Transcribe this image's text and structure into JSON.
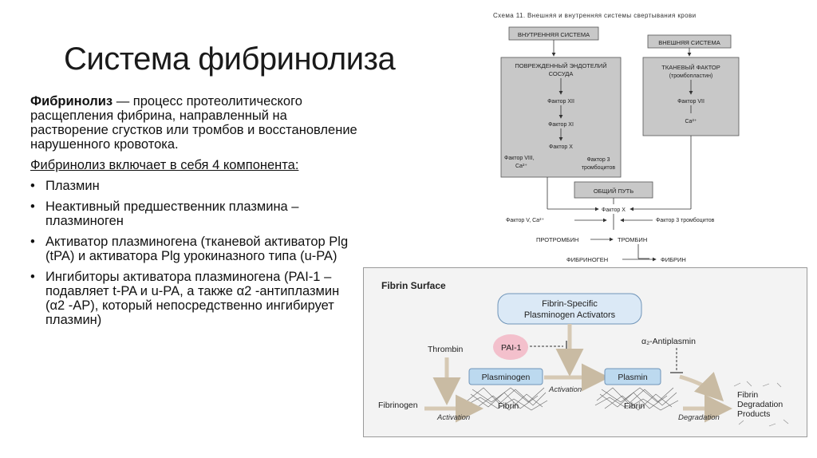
{
  "slide": {
    "title": "Система фибринолиза"
  },
  "body": {
    "definition_term": "Фибринолиз",
    "definition_text": " — процесс протеолитического расщепления фибрина, направленный на растворение сгустков или тромбов и восстановление нарушенного кровотока.",
    "components_heading": "Фибринолиз включает в себя 4 компонента:",
    "bullets": [
      "Плазмин",
      "Неактивный предшественник плазмина – плазминоген",
      "Активатор плазминогена  (тканевой активатор Plg (tPA) и активатора Plg урокиназного типа (u-PA)",
      "Ингибиторы активатора плазминогена (PAI-1 –подавляет t-PA и u-PA, а также α2 -антиплазмин (α2 -AP), который непосредственно ингибирует плазмин)"
    ]
  },
  "scheme": {
    "caption": "Схема 11. Внешняя и внутренняя системы свертывания крови",
    "intrinsic_label": "ВНУТРЕННЯЯ СИСТЕМА",
    "extrinsic_label": "ВНЕШНЯЯ СИСТЕМА",
    "endothelium_line1": "ПОВРЕЖДЕННЫЙ ЭНДОТЕЛИЙ",
    "endothelium_line2": "СОСУДА",
    "factor_xii": "Фактор XII",
    "factor_xi": "Фактор XI",
    "factor_x_left": "Фактор X",
    "factor_viii": "Фактор VIII,",
    "ca_left": "Ca²⁺",
    "factor3_line1": "Фактор 3",
    "factor3_line2": "тромбоцитов",
    "tissue_factor": "ТКАНЕВЫЙ ФАКТОР",
    "thromboplastin": "(тромбопластин)",
    "factor_vii": "Фактор VII",
    "ca_right": "Ca²⁺",
    "common_path": "ОБЩИЙ ПУТЬ",
    "factor_x": "Фактор X",
    "factor_v": "Фактор V, Ca²⁺",
    "factor3_platelets": "Фактор 3 тромбоцитов",
    "prothrombin": "ПРОТРОМБИН",
    "thrombin": "ТРОМБИН",
    "fibrinogen": "ФИБРИНОГЕН",
    "fibrin": "ФИБРИН"
  },
  "fibrin_figure": {
    "title": "Fibrin Surface",
    "activators_line1": "Fibrin-Specific",
    "activators_line2": "Plasminogen Activators",
    "pai1": "PAI-1",
    "antiplasmin": "α₂-Antiplasmin",
    "thrombin": "Thrombin",
    "plasminogen": "Plasminogen",
    "plasmin": "Plasmin",
    "activation_mid": "Activation",
    "fibrinogen": "Fibrinogen",
    "activation_bottom": "Activation",
    "fibrin_left": "Fibrin",
    "fibrin_right": "Fibrin",
    "degradation": "Degradation",
    "products_line1": "Fibrin",
    "products_line2": "Degradation",
    "products_line3": "Products"
  },
  "colors": {
    "scheme_box_fill": "#c8c8c8",
    "scheme_box_stroke": "#555555",
    "plasmin_box": "#bcd9ef",
    "activator_box": "#dbe9f6",
    "pai1_blob": "#f2b6c4",
    "arrow_tan": "#d6c9b4"
  }
}
